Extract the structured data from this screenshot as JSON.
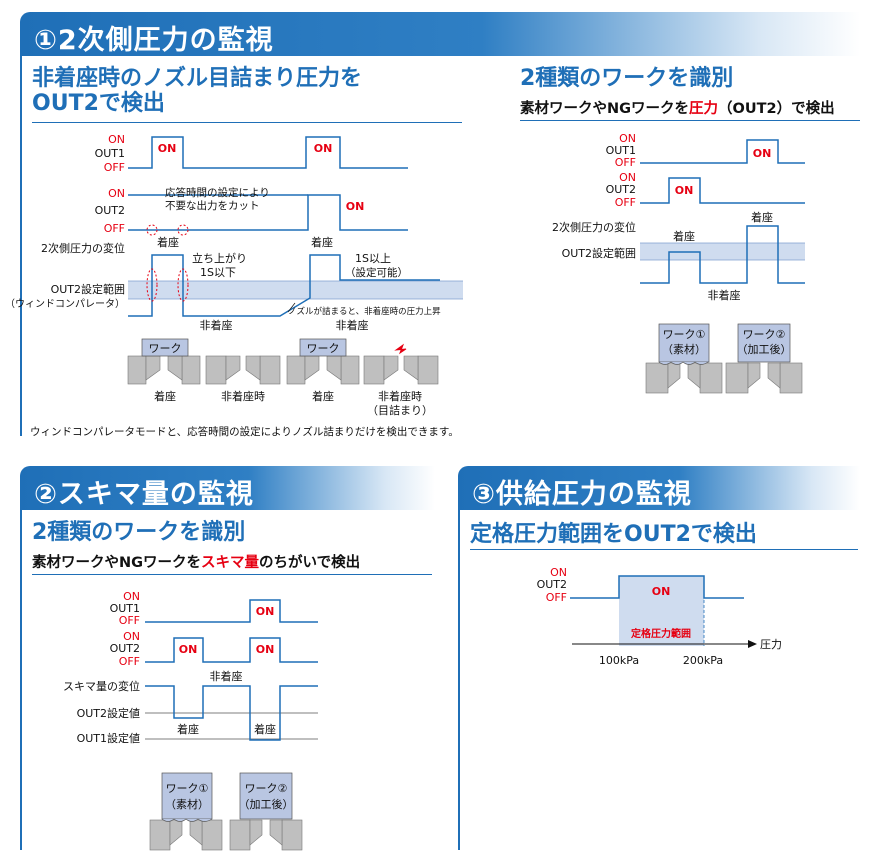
{
  "sec1": {
    "title": "①2次側圧力の監視",
    "left": {
      "heading_l1": "非着座時のノズル目詰まり圧力を",
      "heading_l2": "OUT2で検出"
    },
    "right": {
      "heading": "2種類のワークを識別",
      "sub_pre": "素材ワークやNGワークを",
      "sub_red": "圧力",
      "sub_post": "（OUT2）で検出"
    },
    "note": "ウィンドコンパレータモードと、応答時間の設定によりノズル詰まりだけを検出できます。"
  },
  "sec2": {
    "title": "②スキマ量の監視",
    "heading": "2種類のワークを識別",
    "sub_pre": "素材ワークやNGワークを",
    "sub_red": "スキマ量",
    "sub_post": "のちがいで検出"
  },
  "sec3": {
    "title": "③供給圧力の監視",
    "heading": "定格圧力範囲をOUT2で検出"
  },
  "labels": {
    "on": "ON",
    "off": "OFF",
    "out1": "OUT1",
    "out2": "OUT2",
    "pressure_disp": "2次側圧力の変位",
    "out2_range": "OUT2設定範囲",
    "window_comp": "（ウィンドコンパレータ）",
    "seated": "着座",
    "unseated": "非着座",
    "unseated_time": "非着座時",
    "clogged": "（目詰まり）",
    "response_l1": "応答時間の設定により",
    "response_l2": "不要な出力をカット",
    "rise_l1": "立ち上がり",
    "rise_l2": "1S以下",
    "over_l1": "1S以上",
    "over_l2": "（設定可能）",
    "clog_note": "ノズルが詰まると、非着座時の圧力上昇",
    "work": "ワーク",
    "work1": "ワーク①",
    "raw": "（素材）",
    "work2": "ワーク②",
    "processed": "（加工後）",
    "gap_disp": "スキマ量の変位",
    "out2_set": "OUT2設定値",
    "out1_set": "OUT1設定値",
    "rated": "定格圧力範囲",
    "pressure": "圧力",
    "p100": "100kPa",
    "p200": "200kPa"
  },
  "colors": {
    "blue": "#1f6fb7",
    "red": "#e60012",
    "band": "#cfdcef",
    "gray": "#bfbfbf",
    "workfill": "#b9c6e2"
  }
}
